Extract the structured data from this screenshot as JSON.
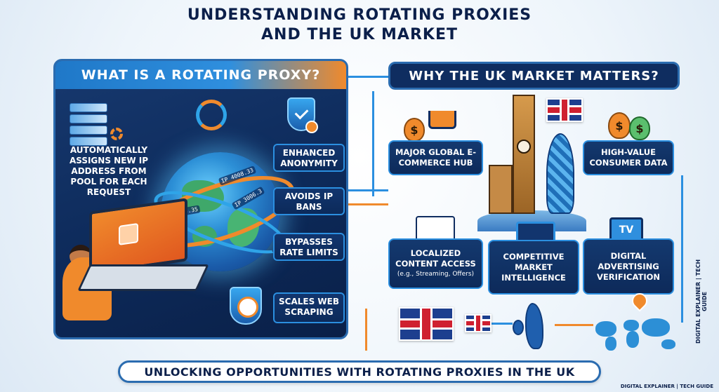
{
  "title": {
    "line1": "UNDERSTANDING ROTATING PROXIES",
    "line2": "AND THE UK MARKET"
  },
  "left_section": {
    "heading": "WHAT IS A ROTATING PROXY?",
    "description": "AUTOMATICALLY ASSIGNS NEW IP ADDRESS FROM POOL FOR EACH REQUEST",
    "ip_labels": [
      "IP 4008.33",
      "IP 1003.35",
      "IP 3006.3"
    ],
    "benefits": [
      "ENHANCED ANONYMITY",
      "AVOIDS IP BANS",
      "BYPASSES RATE LIMITS",
      "SCALES WEB SCRAPING"
    ]
  },
  "right_section": {
    "heading": "WHY THE UK MARKET MATTERS?",
    "cards": {
      "ecommerce": "MAJOR GLOBAL E-COMMERCE HUB",
      "consumer_data": "HIGH-VALUE CONSUMER DATA",
      "localized": "LOCALIZED CONTENT ACCESS",
      "localized_sub": "(e.g., Streaming, Offers)",
      "competitive": "COMPETITIVE MARKET INTELLIGENCE",
      "advertising": "DIGITAL ADVERTISING VERIFICATION"
    },
    "icons": {
      "money_symbol": "$",
      "tv_label": "TV"
    }
  },
  "bottom_banner": "UNLOCKING OPPORTUNITIES WITH ROTATING PROXIES IN THE UK",
  "credits": {
    "side": "DIGITAL EXPLAINER | TECH GUIDE",
    "footer": "DIGITAL EXPLAINER | TECH GUIDE"
  },
  "colors": {
    "navy": "#0b1f4a",
    "panel": "#0d2a5a",
    "accent_blue": "#2b8fe0",
    "accent_orange": "#f08a2c",
    "uk_red": "#cf2030",
    "uk_blue": "#1d3f8f"
  }
}
